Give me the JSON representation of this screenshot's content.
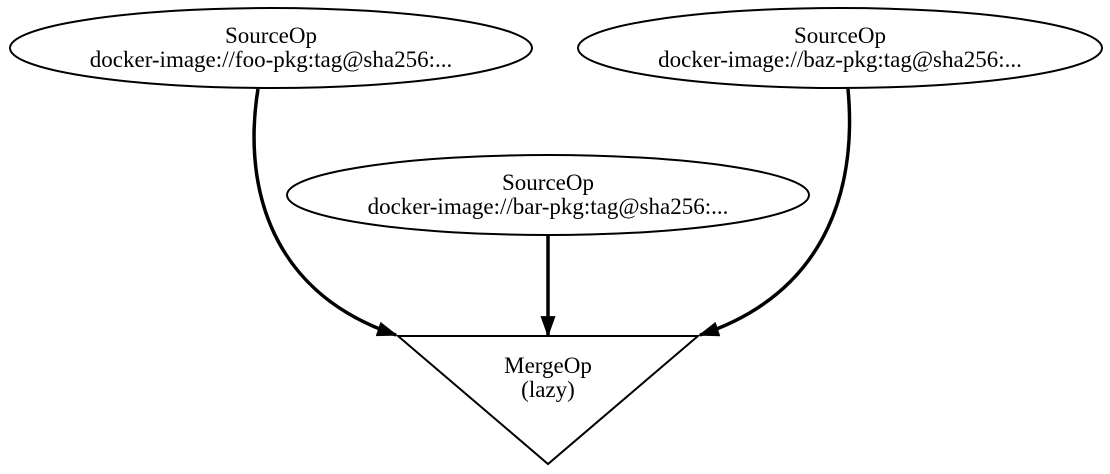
{
  "colors": {
    "background": "#ffffff",
    "node_fill": "#ffffff",
    "stroke": "#000000",
    "text": "#000000"
  },
  "graph": {
    "type": "directed-build-graph",
    "nodes": [
      {
        "id": "source-foo",
        "shape": "ellipse",
        "title": "SourceOp",
        "subtitle": "docker-image://foo-pkg:tag@sha256:..."
      },
      {
        "id": "source-baz",
        "shape": "ellipse",
        "title": "SourceOp",
        "subtitle": "docker-image://baz-pkg:tag@sha256:..."
      },
      {
        "id": "source-bar",
        "shape": "ellipse",
        "title": "SourceOp",
        "subtitle": "docker-image://bar-pkg:tag@sha256:..."
      },
      {
        "id": "merge",
        "shape": "inverted-triangle",
        "title": "MergeOp",
        "subtitle": "(lazy)"
      }
    ],
    "edges": [
      {
        "from": "source-foo",
        "to": "merge",
        "style": "bold"
      },
      {
        "from": "source-bar",
        "to": "merge",
        "style": "bold"
      },
      {
        "from": "source-baz",
        "to": "merge",
        "style": "bold"
      }
    ]
  }
}
